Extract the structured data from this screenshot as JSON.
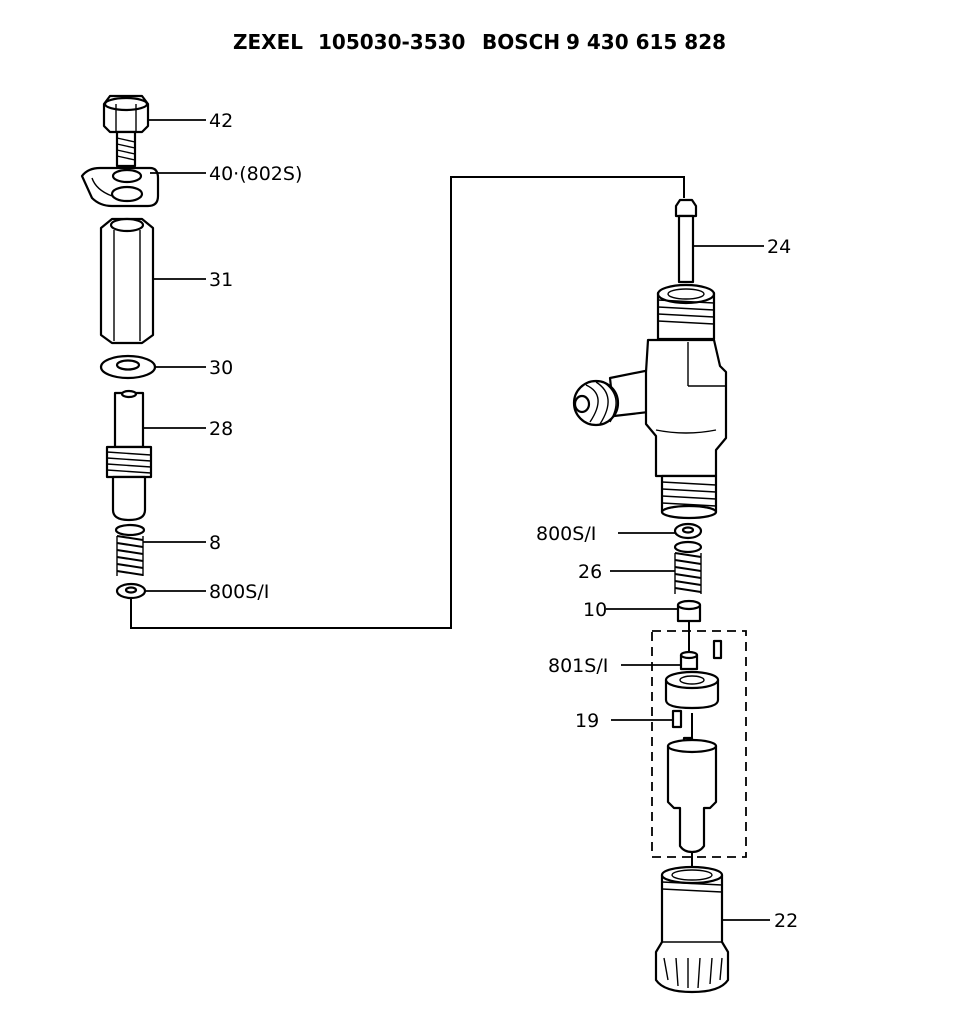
{
  "header": {
    "brand1": "ZEXEL",
    "part1": "105030-3530",
    "brand2": "BOSCH",
    "part2": "9 430 615 828"
  },
  "labels": {
    "p42": "42",
    "p40": "40·(802S)",
    "p31": "31",
    "p30": "30",
    "p28": "28",
    "p8": "8",
    "p800_left": "800S/I",
    "p24": "24",
    "p800_right": "800S/I",
    "p26": "26",
    "p10": "10",
    "p801": "801S/I",
    "p19": "19",
    "p22": "22"
  }
}
